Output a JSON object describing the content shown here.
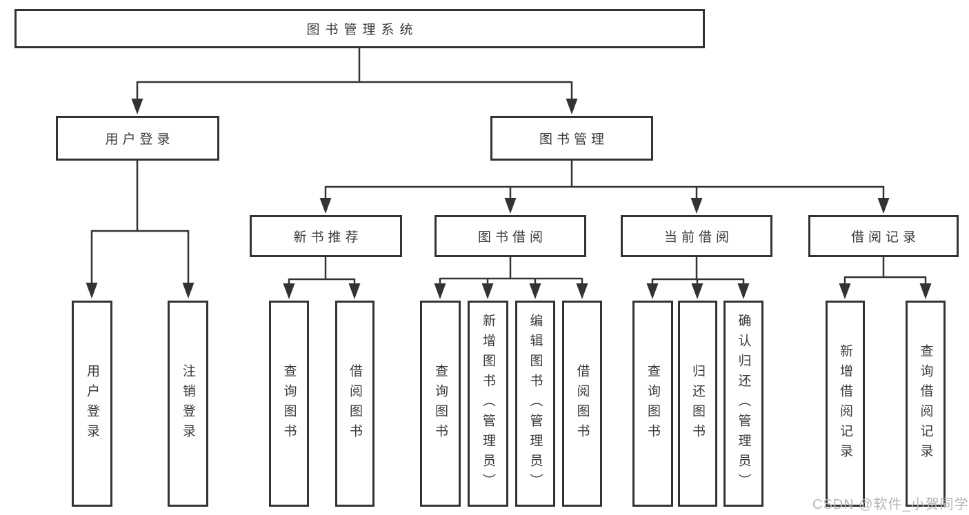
{
  "colors": {
    "line": "#333333",
    "box_border": "#333333",
    "text": "#3a3a3a",
    "watermark": "#b7b6ba",
    "background": "#ffffff"
  },
  "diagram": {
    "root": {
      "label": "图书管理系统"
    },
    "branches": [
      {
        "label": "用户登录",
        "children": [
          {
            "label": "用户登录"
          },
          {
            "label": "注销登录"
          }
        ]
      },
      {
        "label": "图书管理",
        "children": [
          {
            "label": "新书推荐",
            "children": [
              {
                "label": "查询图书"
              },
              {
                "label": "借阅图书"
              }
            ]
          },
          {
            "label": "图书借阅",
            "children": [
              {
                "label": "查询图书"
              },
              {
                "label": "新增图书（管理员）"
              },
              {
                "label": "编辑图书（管理员）"
              },
              {
                "label": "借阅图书"
              }
            ]
          },
          {
            "label": "当前借阅",
            "children": [
              {
                "label": "查询图书"
              },
              {
                "label": "归还图书"
              },
              {
                "label": "确认归还（管理员）"
              }
            ]
          },
          {
            "label": "借阅记录",
            "children": [
              {
                "label": "新增借阅记录"
              },
              {
                "label": "查询借阅记录"
              }
            ]
          }
        ]
      }
    ]
  },
  "watermark": {
    "text": "CSDN @软件_小贺同学"
  }
}
